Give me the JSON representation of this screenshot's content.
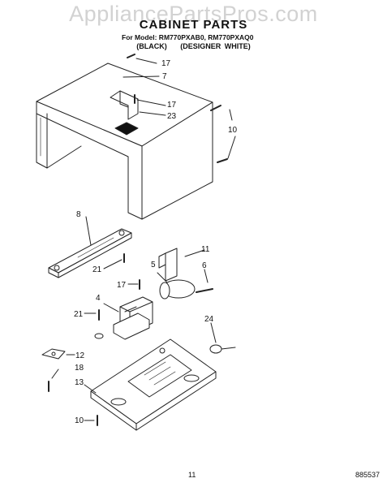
{
  "watermark": "AppliancePartsPros.com",
  "header": {
    "title": "CABINET PARTS",
    "model_line": "For Model: RM770PXAB0, RM770PXAQ0",
    "variants": [
      "(BLACK)",
      "(DESIGNER WHITE)"
    ]
  },
  "callouts": {
    "c17a": "17",
    "c7": "7",
    "c17b": "17",
    "c23": "23",
    "c10a": "10",
    "c8": "8",
    "c21a": "21",
    "c11": "11",
    "c5": "5",
    "c6": "6",
    "c17c": "17",
    "c4": "4",
    "c21b": "21",
    "c24": "24",
    "c12": "12",
    "c18": "18",
    "c13": "13",
    "c10b": "10"
  },
  "footer": {
    "page_number": "11",
    "doc_number": "885537"
  }
}
